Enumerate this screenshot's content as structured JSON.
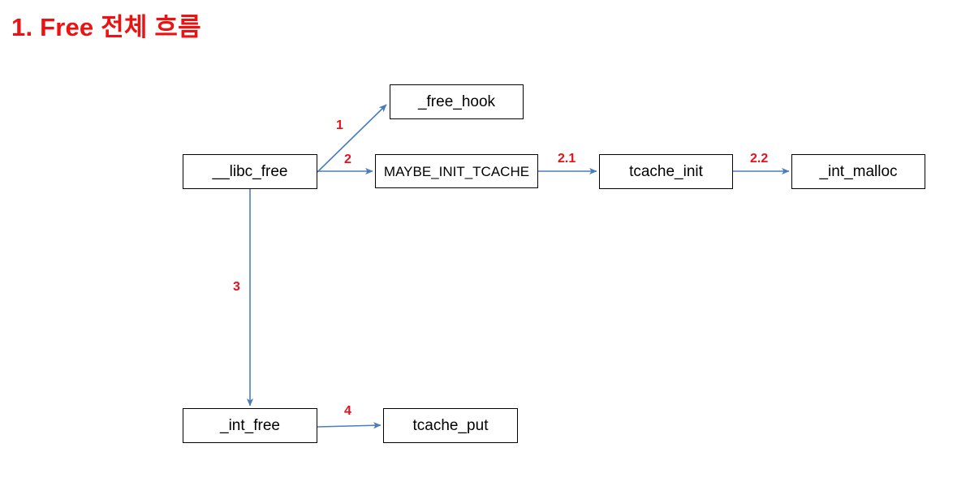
{
  "slide": {
    "title": "1. Free 전체 흐름",
    "title_color": "#ee1111",
    "background_color": "#ffffff",
    "connector_color": "#4a7ebb",
    "node_border_color": "#000000",
    "step_label_color": "#e8101a"
  },
  "nodes": [
    {
      "id": "libc-free",
      "label": "__libc_free"
    },
    {
      "id": "free-hook",
      "label": "_free_hook"
    },
    {
      "id": "maybe-init",
      "label": "MAYBE_INIT_TCACHE"
    },
    {
      "id": "tcache-init",
      "label": "tcache_init"
    },
    {
      "id": "int-malloc",
      "label": "_int_malloc"
    },
    {
      "id": "int-free",
      "label": "_int_free"
    },
    {
      "id": "tcache-put",
      "label": "tcache_put"
    }
  ],
  "edges": [
    {
      "id": "e1",
      "step": "1",
      "from": "libc-free",
      "to": "free-hook"
    },
    {
      "id": "e2",
      "step": "2",
      "from": "libc-free",
      "to": "maybe-init"
    },
    {
      "id": "e21",
      "step": "2.1",
      "from": "maybe-init",
      "to": "tcache-init"
    },
    {
      "id": "e22",
      "step": "2.2",
      "from": "tcache-init",
      "to": "int-malloc"
    },
    {
      "id": "e3",
      "step": "3",
      "from": "libc-free",
      "to": "int-free"
    },
    {
      "id": "e4",
      "step": "4",
      "from": "int-free",
      "to": "tcache-put"
    }
  ]
}
